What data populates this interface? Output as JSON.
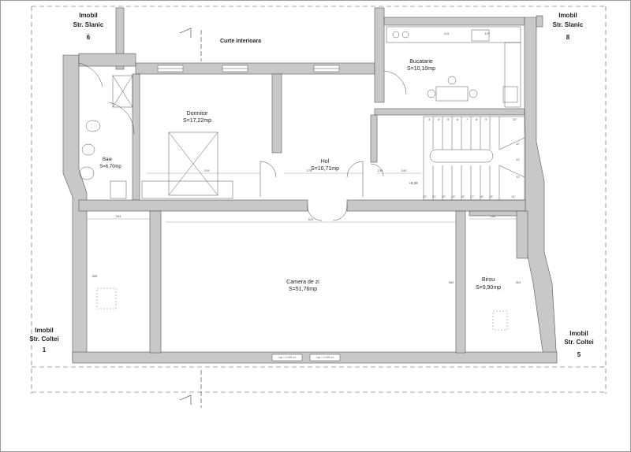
{
  "courtyard_label": "Curte interioara",
  "neighbors": [
    {
      "id": "imobil-slanic-6",
      "line1": "Imobil",
      "line2": "Str. Slanic",
      "num": "6"
    },
    {
      "id": "imobil-slanic-8",
      "line1": "Imobil",
      "line2": "Str. Slanic",
      "num": "8"
    },
    {
      "id": "imobil-coltei-1",
      "line1": "Imobil",
      "line2": "Str. Coltei",
      "num": "1"
    },
    {
      "id": "imobil-coltei-5",
      "line1": "Imobil",
      "line2": "Str. Coltei",
      "num": "5"
    }
  ],
  "rooms": [
    {
      "id": "dormitor",
      "name": "Dormitor",
      "area": "S=17,22mp"
    },
    {
      "id": "bucatarie",
      "name": "Bucatarie",
      "area": "S=10,10mp"
    },
    {
      "id": "hol",
      "name": "Hol",
      "area": "S=10,71mp"
    },
    {
      "id": "baie",
      "name": "Baie",
      "area": "S=6,70mp"
    },
    {
      "id": "camera-de-zi",
      "name": "Camera de zi",
      "area": "S=51,76mp"
    },
    {
      "id": "birou",
      "name": "Birou",
      "area": "S=9,90mp"
    }
  ],
  "level": "+8,26",
  "window_heights": [
    "hp = 0,00 m",
    "hp = 0,00 m"
  ],
  "stair_top": [
    "3'",
    "4'",
    "5'",
    "6'",
    "7'",
    "8'",
    "9'",
    "10'"
  ],
  "stair_right": [
    "11'",
    "12'",
    "13'"
  ],
  "stair_bottom": [
    "22'",
    "21'",
    "20'",
    "19'",
    "18'",
    "17'",
    "16'",
    "15'",
    "14'"
  ],
  "dims": [
    "263",
    "520",
    "155",
    "278",
    "100",
    "585",
    "219",
    "585",
    "583",
    "115",
    "107",
    "230"
  ]
}
